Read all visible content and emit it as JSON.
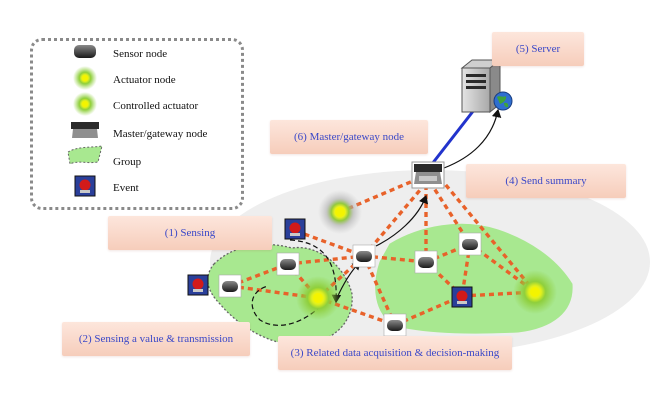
{
  "legend": {
    "items": [
      {
        "label": "Sensor node",
        "icon": "sensor-node-icon"
      },
      {
        "label": "Actuator node",
        "icon": "actuator-node-icon"
      },
      {
        "label": "Controlled actuator",
        "icon": "controlled-actuator-icon"
      },
      {
        "label": "Master/gateway node",
        "icon": "master-gateway-node-icon"
      },
      {
        "label": "Group",
        "icon": "group-icon"
      },
      {
        "label": "Event",
        "icon": "event-icon"
      }
    ]
  },
  "steps": {
    "sensing": "(1) Sensing",
    "transmission": "(2) Sensing a value & transmission",
    "decision": "(3) Related data acquisition & decision-making",
    "summary": "(4) Send summary",
    "server": "(5) Server",
    "gateway": "(6) Master/gateway node"
  },
  "colors": {
    "callout_text": "#3a48c8",
    "callout_fill": "#f8d6c8",
    "link": "#e8622a",
    "uplink": "#2233cc",
    "group": "#a8e890",
    "actuator_core": "#f2f200",
    "background_cloud": "#eeeeee"
  }
}
